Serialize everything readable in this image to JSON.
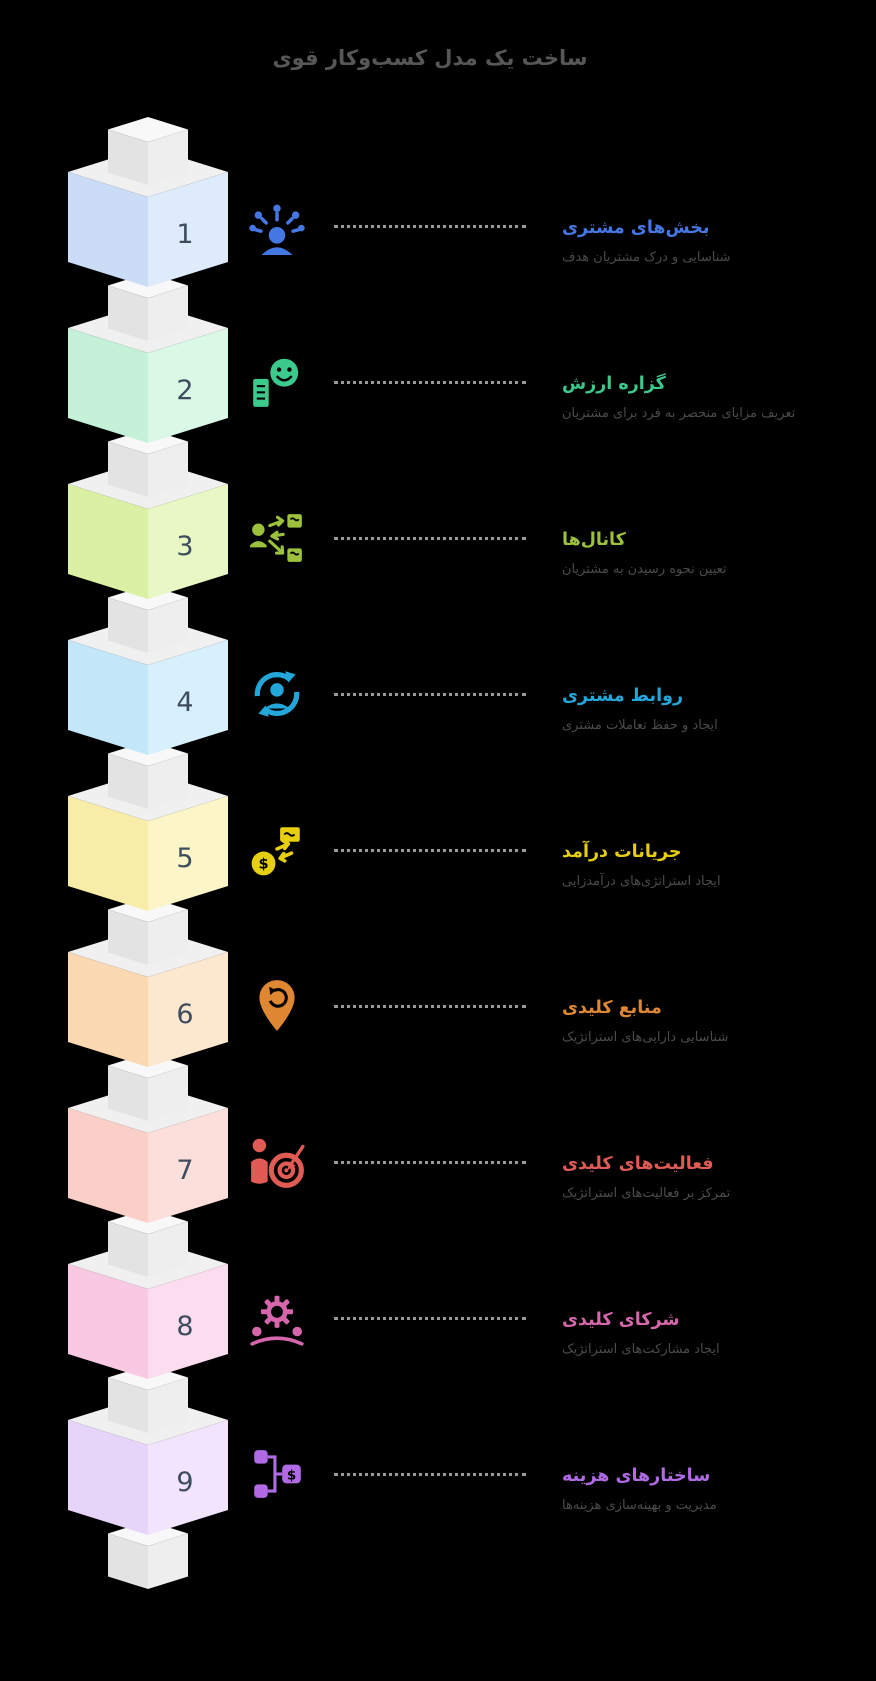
{
  "page": {
    "title": "ساخت یک مدل کسب‌وکار قوی",
    "title_color": "#575757",
    "background": "#000000"
  },
  "dotted_line_color": "#9a9a9a",
  "tower": {
    "cube_top": "#f0f0f0",
    "number_color": "#3e4d5e",
    "connector_colors": {
      "top": "#f8f8f8",
      "left": "#e3e3e3",
      "right": "#eeeeee"
    }
  },
  "items": [
    {
      "number": "1",
      "title": "بخش‌های مشتری",
      "description": "شناسایی و درک مشتریان هدف",
      "icon": "audience-icon",
      "accent": "#4577e3",
      "face_left": "#cbdcf6",
      "face_right": "#deebfb"
    },
    {
      "number": "2",
      "title": "گزاره ارزش",
      "description": "تعریف مزایای منحصر به فرد برای مشتریان",
      "icon": "value-smile-icon",
      "accent": "#3cc98c",
      "face_left": "#c4f1d7",
      "face_right": "#d9f8e6"
    },
    {
      "number": "3",
      "title": "کانال‌ها",
      "description": "تعیین نحوه رسیدن به مشتریان",
      "icon": "channels-icon",
      "accent": "#9cc23d",
      "face_left": "#daf0a4",
      "face_right": "#e9f7c4"
    },
    {
      "number": "4",
      "title": "روابط مشتری",
      "description": "ایجاد و حفظ تعاملات مشتری",
      "icon": "relationship-cycle-icon",
      "accent": "#23a7da",
      "face_left": "#c3e7f9",
      "face_right": "#d7f0fc"
    },
    {
      "number": "5",
      "title": "جریانات درآمد",
      "description": "ایجاد استراتژی‌های درآمدزایی",
      "icon": "revenue-exchange-icon",
      "accent": "#e6cf0e",
      "face_left": "#f8eda8",
      "face_right": "#fbf5c8"
    },
    {
      "number": "6",
      "title": "منابع کلیدی",
      "description": "شناسایی دارایی‌های استراتژیک",
      "icon": "resources-pin-icon",
      "accent": "#df8733",
      "face_left": "#f9d8b2",
      "face_right": "#fce8cf"
    },
    {
      "number": "7",
      "title": "فعالیت‌های کلیدی",
      "description": "تمرکز بر فعالیت‌های استراتژیک",
      "icon": "activities-target-icon",
      "accent": "#e15b55",
      "face_left": "#f9cfc7",
      "face_right": "#fcdfda"
    },
    {
      "number": "8",
      "title": "شرکای کلیدی",
      "description": "ایجاد مشارکت‌های استراتژیک",
      "icon": "partners-gear-icon",
      "accent": "#d666ab",
      "face_left": "#f9c9e4",
      "face_right": "#fcdcef"
    },
    {
      "number": "9",
      "title": "ساختارهای هزینه",
      "description": "مدیریت و بهینه‌سازی هزینه‌ها",
      "icon": "cost-flow-icon",
      "accent": "#b06be4",
      "face_left": "#e7d5f9",
      "face_right": "#f1e4fc"
    }
  ]
}
